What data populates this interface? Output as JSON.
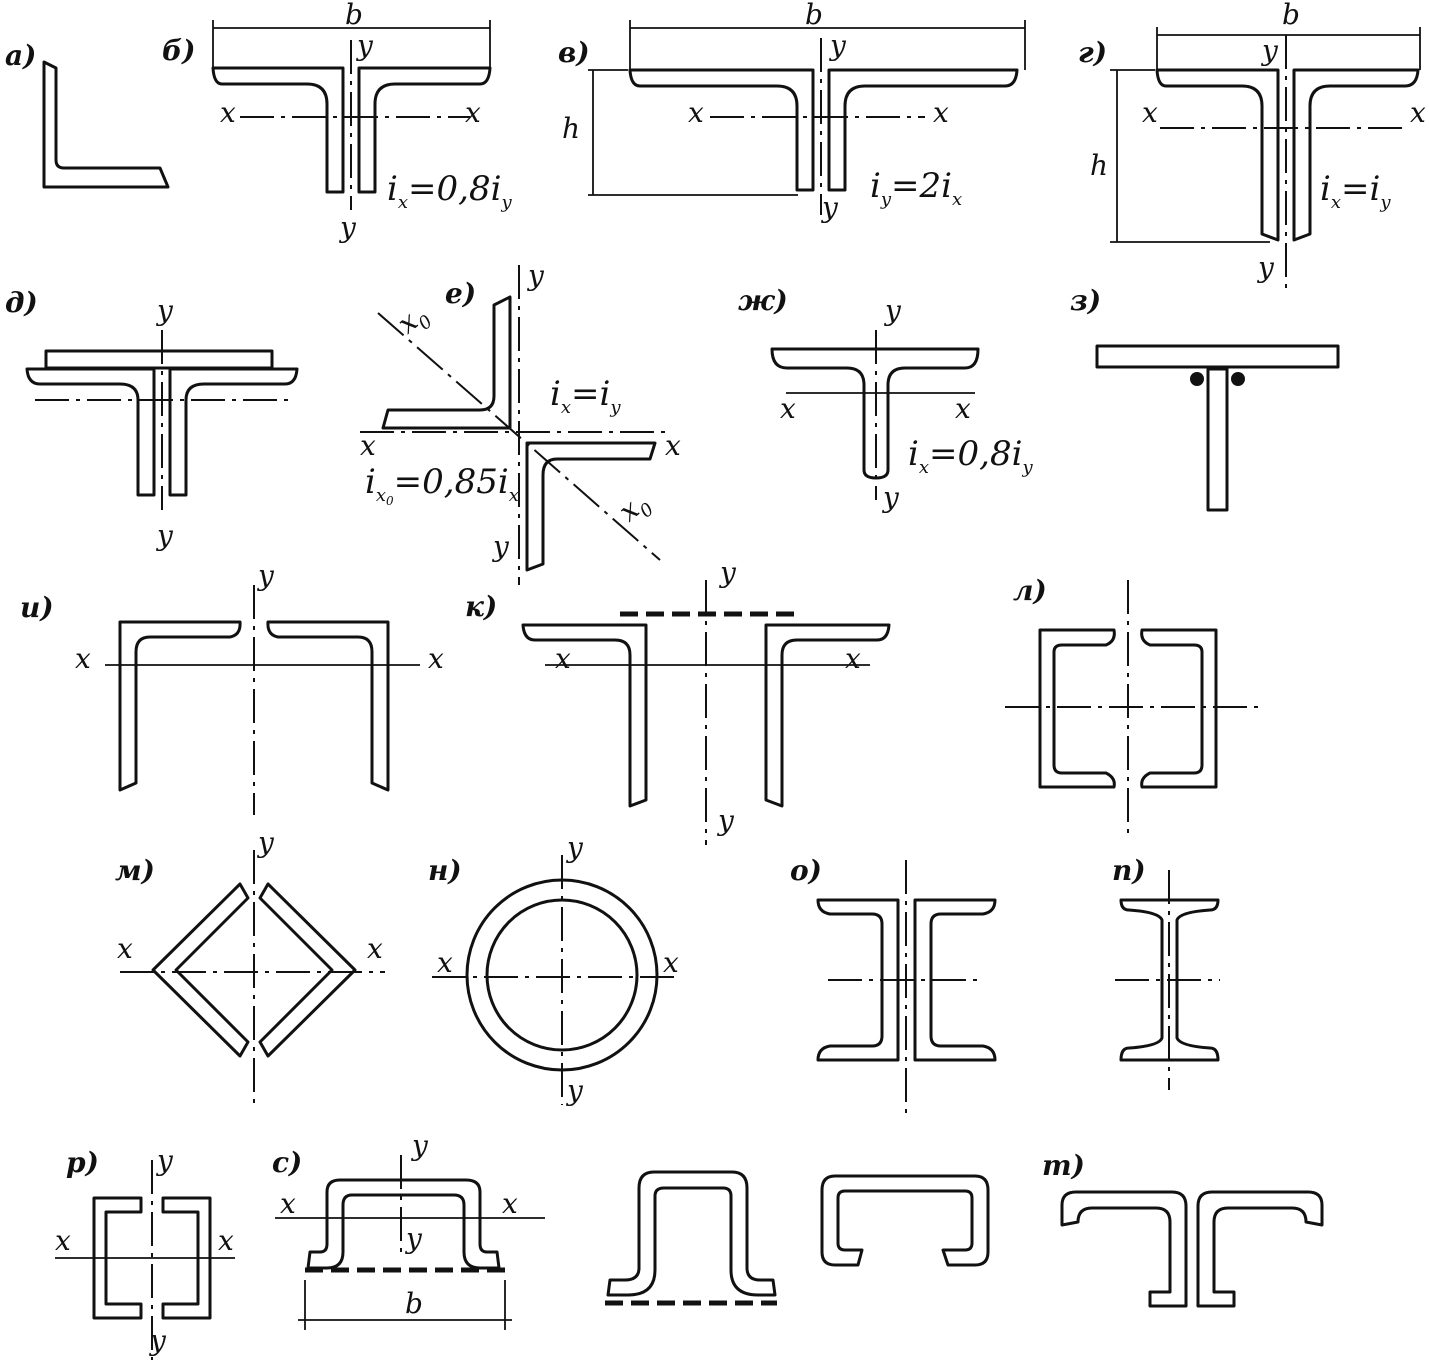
{
  "labels": {
    "a": "а)",
    "b": "б)",
    "v": "в)",
    "g": "г)",
    "d": "д)",
    "e": "е)",
    "zh": "ж)",
    "z": "з)",
    "i": "и)",
    "k": "к)",
    "l": "л)",
    "m": "м)",
    "n": "н)",
    "o": "о)",
    "p": "п)",
    "r": "р)",
    "s": "с)",
    "t": "т)"
  },
  "axes": {
    "x": "x",
    "y": "y",
    "x0": "x",
    "x0_sub": "0"
  },
  "dims": {
    "b": "b",
    "h": "h"
  },
  "formulas": {
    "b": {
      "l1": "i",
      "s1": "x",
      "mid": "=0,8i",
      "s2": "y"
    },
    "v": {
      "l1": "i",
      "s1": "y",
      "mid": "=2i",
      "s2": "x"
    },
    "g": {
      "l1": "i",
      "s1": "x",
      "mid": "=i",
      "s2": "y"
    },
    "e1": {
      "l1": "i",
      "s1": "x",
      "mid": "=i",
      "s2": "y"
    },
    "e2": {
      "l1": "i",
      "s1": "x",
      "s1b": "0",
      "mid": "=0,85i",
      "s2": "x"
    },
    "zh": {
      "l1": "i",
      "s1": "x",
      "mid": "=0,8i",
      "s2": "y"
    }
  }
}
